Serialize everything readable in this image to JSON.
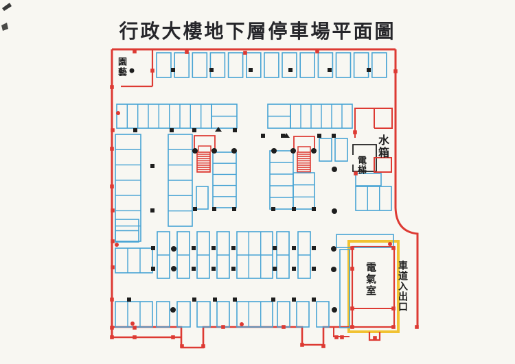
{
  "title": "行政大樓地下層停車場平面圖",
  "rooms": {
    "garden": {
      "label": "園藝"
    },
    "water_tank": {
      "label": "水箱"
    },
    "elevator": {
      "label": "電梯"
    },
    "electrical_room": {
      "label": "電氣室"
    },
    "ramp": {
      "label": "車道入出口"
    }
  },
  "colors": {
    "wall": "#dd3a33",
    "stall": "#47a3d4",
    "highlight": "#f1c232",
    "ink": "#1e1e1e",
    "paper": "#f8f7f2"
  },
  "plan": {
    "type": "basement-parking-floor-plan",
    "stairways": 2,
    "stall_total_approx": 103,
    "zones": [
      {
        "area": "north-row",
        "stalls": 13
      },
      {
        "area": "upper-west-row",
        "stalls": 11
      },
      {
        "area": "upper-center-row",
        "stalls": 8
      },
      {
        "area": "west-wall-column",
        "stalls": 7
      },
      {
        "area": "west-inner-column",
        "stalls": 6
      },
      {
        "area": "west-stair-block",
        "stalls": 6
      },
      {
        "area": "center-block",
        "stalls": 8
      },
      {
        "area": "center-north-pair",
        "stalls": 2
      },
      {
        "area": "east-elevator-block",
        "stalls": 4
      },
      {
        "area": "mid-band-west",
        "stalls": 5
      },
      {
        "area": "mid-band",
        "stalls": 18
      },
      {
        "area": "east-block",
        "stalls": 2
      },
      {
        "area": "south-row",
        "stalls": 13
      }
    ]
  }
}
